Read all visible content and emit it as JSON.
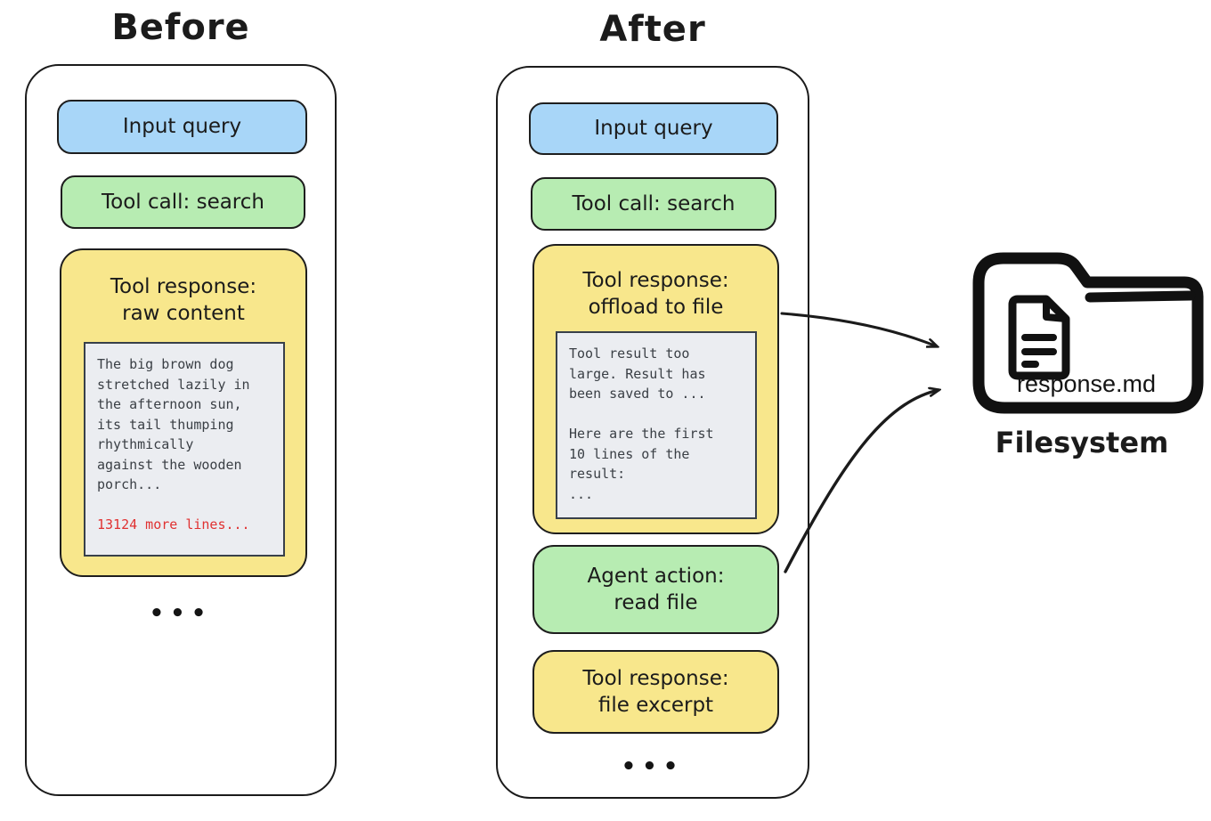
{
  "titles": {
    "before": "Before",
    "after": "After"
  },
  "before": {
    "input_query": "Input query",
    "tool_call": "Tool call: search",
    "tool_response_title": "Tool response:\nraw content",
    "raw_content": "The big brown dog\nstretched lazily in\nthe afternoon sun,\nits tail thumping\nrhythmically\nagainst the wooden\nporch...",
    "more_lines": "13124 more lines...",
    "ellipsis": "•••"
  },
  "after": {
    "input_query": "Input query",
    "tool_call": "Tool call: search",
    "tool_response_title": "Tool response:\noffload to file",
    "offload_message": "Tool result too\nlarge. Result has\nbeen saved to ...\n\nHere are the first\n10 lines of the\nresult:\n...",
    "agent_action": "Agent action:\nread file",
    "tool_response_excerpt": "Tool response:\nfile excerpt",
    "ellipsis": "•••"
  },
  "filesystem": {
    "file_name": "response.md",
    "label": "Filesystem"
  },
  "colors": {
    "box_blue": "#a8d6f8",
    "box_green": "#b7ecb2",
    "box_yellow": "#f8e78c",
    "code_bg": "#ebedf1",
    "red_text": "#e03131",
    "stroke": "#1b1b1b"
  }
}
